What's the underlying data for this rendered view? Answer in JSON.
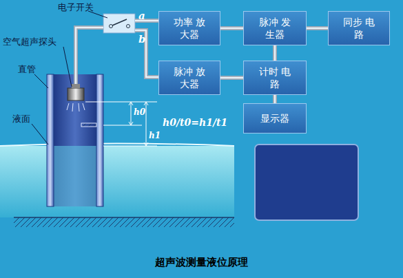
{
  "diagram": {
    "caption": "超声波测量液位原理",
    "nodes": [
      {
        "text": [
          "功率 放大器"
        ]
      },
      {
        "text": [
          "脉冲 发生器"
        ]
      },
      {
        "text": [
          "同步 电路"
        ]
      },
      {
        "text": [
          "脉冲 放大器"
        ]
      },
      {
        "text": [
          "计时 电路"
        ]
      },
      {
        "text": [
          "显示器"
        ]
      }
    ],
    "edges": [
      {
        "from": 0,
        "to": 1,
        "arrow": "none"
      },
      {
        "from": 1,
        "to": 2,
        "arrow": "none"
      },
      {
        "from": 1,
        "to": 4,
        "arrow": "none"
      },
      {
        "from": 3,
        "to": 4,
        "arrow": "none"
      },
      {
        "from": 4,
        "to": 5,
        "arrow": "none"
      }
    ],
    "labels": [
      "电子开关",
      "a",
      "b",
      "空气超声探头",
      "直管",
      "液面",
      "h0",
      "h1",
      "h0/t0=h1/t1"
    ]
  }
}
